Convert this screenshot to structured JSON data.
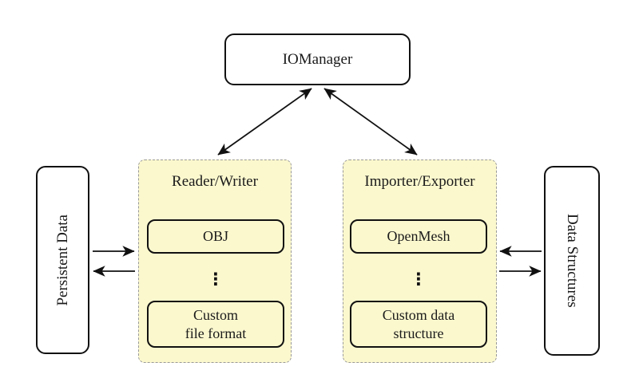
{
  "diagram": {
    "colors": {
      "group_fill": "#FBF8CE",
      "group_border": "#999999",
      "node_border": "#111111",
      "node_fill": "#FFFFFF",
      "arrow": "#111111"
    },
    "nodes": {
      "io_manager": "IOManager",
      "persistent_data": "Persistent Data",
      "data_structures": "Data Structures"
    },
    "reader_writer": {
      "title": "Reader/Writer",
      "item_top": "OBJ",
      "dots": "⋮",
      "item_bottom_line1": "Custom",
      "item_bottom_line2": "file format"
    },
    "importer_exporter": {
      "title": "Importer/Exporter",
      "item_top": "OpenMesh",
      "dots": "⋮",
      "item_bottom_line1": "Custom data",
      "item_bottom_line2": "structure"
    }
  }
}
